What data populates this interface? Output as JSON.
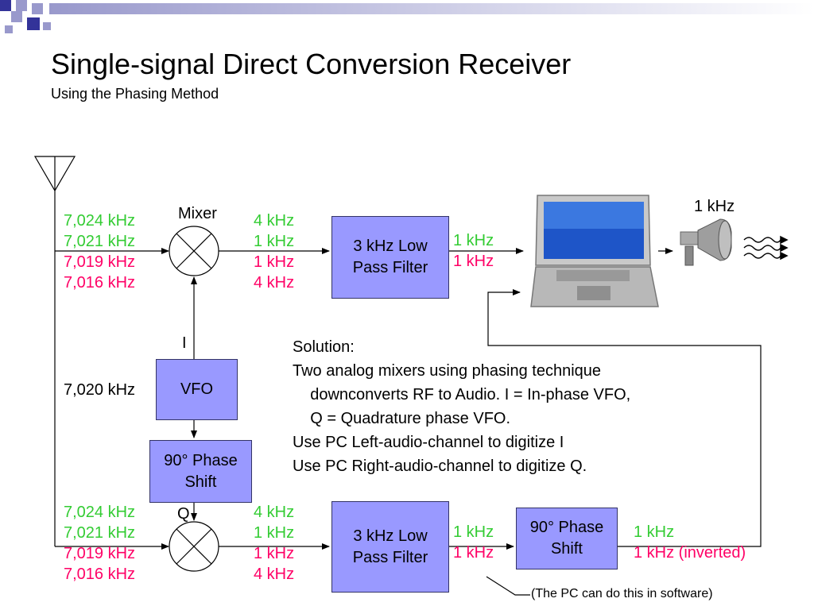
{
  "slide": {
    "title": "Single-signal Direct Conversion Receiver",
    "subtitle": "Using the Phasing Method"
  },
  "labels": {
    "mixer": "Mixer",
    "i_label": "I",
    "q_label": "Q",
    "vfo_freq": "7,020 kHz",
    "speaker_freq": "1 kHz"
  },
  "blocks": {
    "lpf_top": "3 kHz Low\nPass Filter",
    "lpf_bottom": "3 kHz Low\nPass Filter",
    "vfo": "VFO",
    "phase_shift_mid": "90° Phase\nShift",
    "phase_shift_right": "90° Phase\nShift"
  },
  "rf_inputs": [
    {
      "text": "7,024 kHz",
      "color": "#33cc33"
    },
    {
      "text": "7,021 kHz",
      "color": "#33cc33"
    },
    {
      "text": "7,019 kHz",
      "color": "#ff0066"
    },
    {
      "text": "7,016 kHz",
      "color": "#ff0066"
    }
  ],
  "mixer_outputs": [
    {
      "text": "4 kHz",
      "color": "#33cc33"
    },
    {
      "text": "1 kHz",
      "color": "#33cc33"
    },
    {
      "text": "1 kHz",
      "color": "#ff0066"
    },
    {
      "text": "4 kHz",
      "color": "#ff0066"
    }
  ],
  "filter_outputs": [
    {
      "text": "1 kHz",
      "color": "#33cc33"
    },
    {
      "text": "1 kHz",
      "color": "#ff0066"
    }
  ],
  "phase_outputs": [
    {
      "text": "1 kHz",
      "color": "#33cc33"
    },
    {
      "text": "1 kHz (inverted)",
      "color": "#ff0066"
    }
  ],
  "solution": {
    "heading": "Solution:",
    "lines": [
      "Two analog mixers using phasing technique",
      "    downconverts RF to Audio. I = In-phase VFO,",
      "    Q = Quadrature phase VFO.",
      "Use PC Left-audio-channel to digitize I",
      "Use PC Right-audio-channel to digitize Q."
    ]
  },
  "note": "(The PC can do this in software)",
  "colors": {
    "box_fill": "#9999ff",
    "signal_green": "#33cc33",
    "signal_pink": "#ff0066",
    "corner_blue": "#333399",
    "corner_light": "#9999cc"
  }
}
